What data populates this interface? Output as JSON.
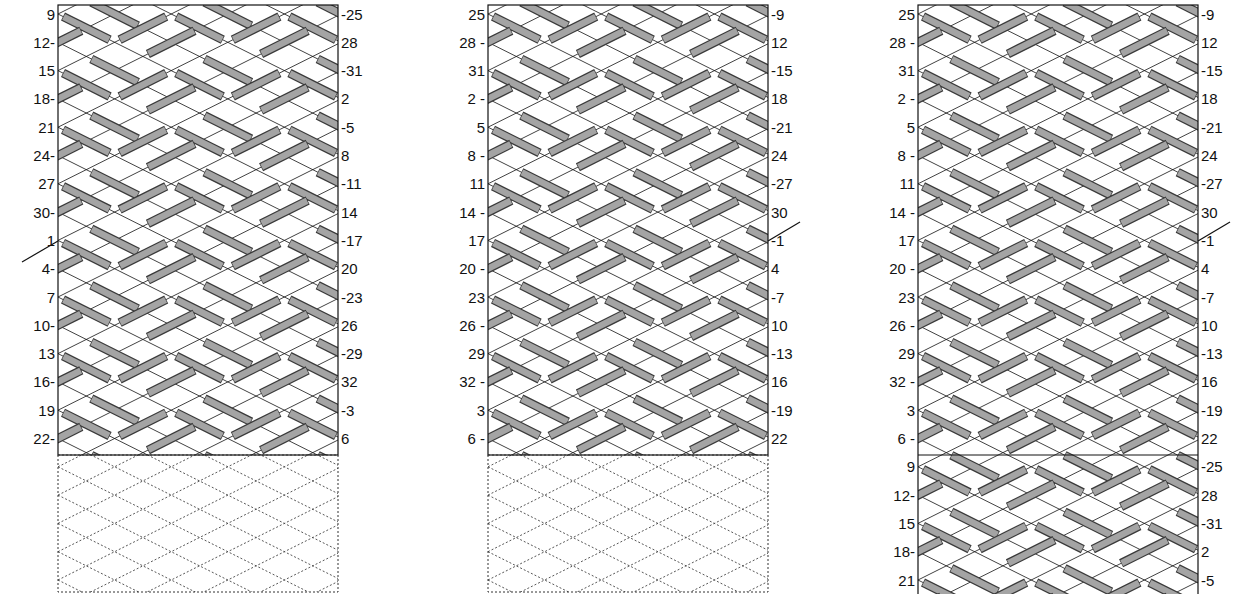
{
  "diagram": {
    "labels": [
      "9",
      "12-",
      "15",
      "18-",
      "21",
      "24-",
      "27",
      "30-",
      "1",
      "4-",
      "7",
      "10-",
      "13",
      "16-",
      "19",
      "22-",
      "-25",
      "28",
      "-31",
      "2",
      "-5",
      "8",
      "-11",
      "14",
      "-17",
      "20",
      "-23",
      "26",
      "-29",
      "32",
      "-3",
      "6",
      "25",
      "28 -",
      "31",
      "2 -",
      "5",
      "8 -",
      "11",
      "14 -",
      "17",
      "20 -",
      "23",
      "26 -",
      "29",
      "32 -",
      "3",
      "6 -",
      "-9",
      "12",
      "-15",
      "18",
      "-21",
      "24",
      "-27",
      "30",
      "-1",
      "4",
      "-7",
      "10",
      "-13",
      "16",
      "-19",
      "22",
      "25",
      "28 -",
      "31",
      "2 -",
      "5",
      "8 -",
      "11",
      "14 -",
      "17",
      "20 -",
      "23",
      "26 -",
      "29",
      "32 -",
      "3",
      "6 -",
      "9",
      "12-",
      "15",
      "18-",
      "21",
      "-9",
      "12",
      "-15",
      "18",
      "-21",
      "24",
      "-27",
      "30",
      "-1",
      "4",
      "-7",
      "10",
      "-13",
      "16",
      "-19",
      "22",
      "-25",
      "28",
      "-31",
      "2",
      "-5"
    ]
  }
}
